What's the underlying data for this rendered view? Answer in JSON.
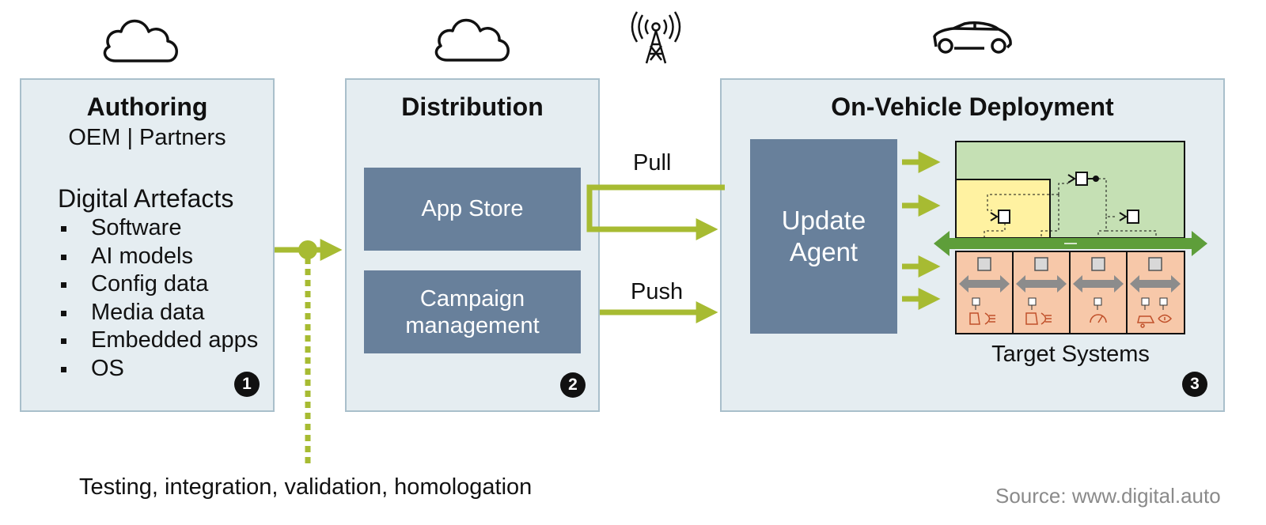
{
  "colors": {
    "panel_bg": "#e5edf1",
    "panel_border": "#a9bfcb",
    "box_blue": "#68809b",
    "arrow_green": "#a7bb32",
    "target_green": "#c5e0b4",
    "target_yellow": "#fff2a1",
    "ecu_orange": "#f7c8a9"
  },
  "icons": [
    "cloud-icon",
    "cloud-icon",
    "radio-tower-icon",
    "car-icon"
  ],
  "authoring": {
    "title": "Authoring",
    "subtitle": "OEM | Partners",
    "artefacts_heading": "Digital Artefacts",
    "items": [
      "Software",
      "AI models",
      "Config data",
      "Media data",
      "Embedded apps",
      "OS"
    ],
    "badge": "1"
  },
  "distribution": {
    "title": "Distribution",
    "app_store": "App Store",
    "campaign": "Campaign\nmanagement",
    "badge": "2"
  },
  "flows": {
    "pull": "Pull",
    "push": "Push"
  },
  "deployment": {
    "title": "On-Vehicle Deployment",
    "update_agent": "Update\nAgent",
    "target_systems": "Target Systems",
    "badge": "3"
  },
  "footer": {
    "testing": "Testing, integration, validation, homologation",
    "source": "Source: www.digital.auto"
  }
}
